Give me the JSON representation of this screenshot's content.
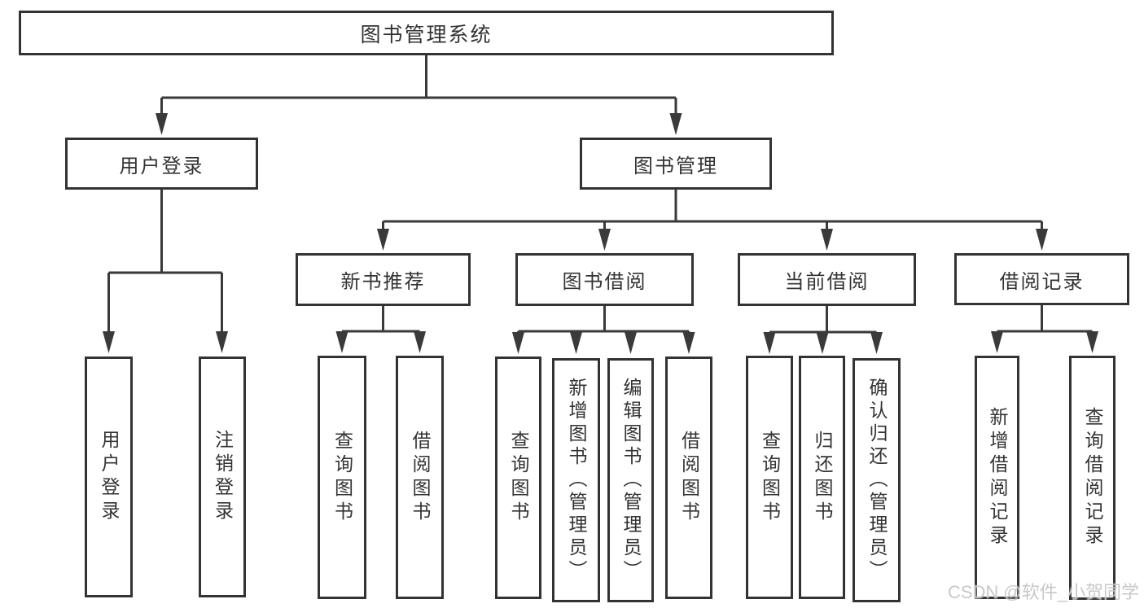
{
  "diagram_title": "图书管理系统",
  "nodes": {
    "root": "图书管理系统",
    "user_login": "用户登录",
    "book_management": "图书管理",
    "new_book_recommend": "新书推荐",
    "book_borrowing": "图书借阅",
    "current_borrowing": "当前借阅",
    "borrow_records": "借阅记录"
  },
  "leaves": {
    "login_user": "用户登录",
    "login_logout": "注销登录",
    "nb_query_books": "查询图书",
    "nb_borrow_books": "借阅图书",
    "bb_query_books": "查询图书",
    "bb_add_books_admin": "新增图书（管理员）",
    "bb_edit_books_admin": "编辑图书（管理员）",
    "bb_borrow_books": "借阅图书",
    "cb_query_books": "查询图书",
    "cb_return_books": "归还图书",
    "cb_confirm_return_admin": "确认归还（管理员）",
    "br_add_record": "新增借阅记录",
    "br_query_record": "查询借阅记录"
  },
  "watermark": {
    "text": "CSDN @软件_小贺同学"
  },
  "colors": {
    "line": "#3a3a3a",
    "box_border": "#333333",
    "text": "#333333",
    "background": "#ffffff",
    "watermark": "#c6c6c6"
  }
}
